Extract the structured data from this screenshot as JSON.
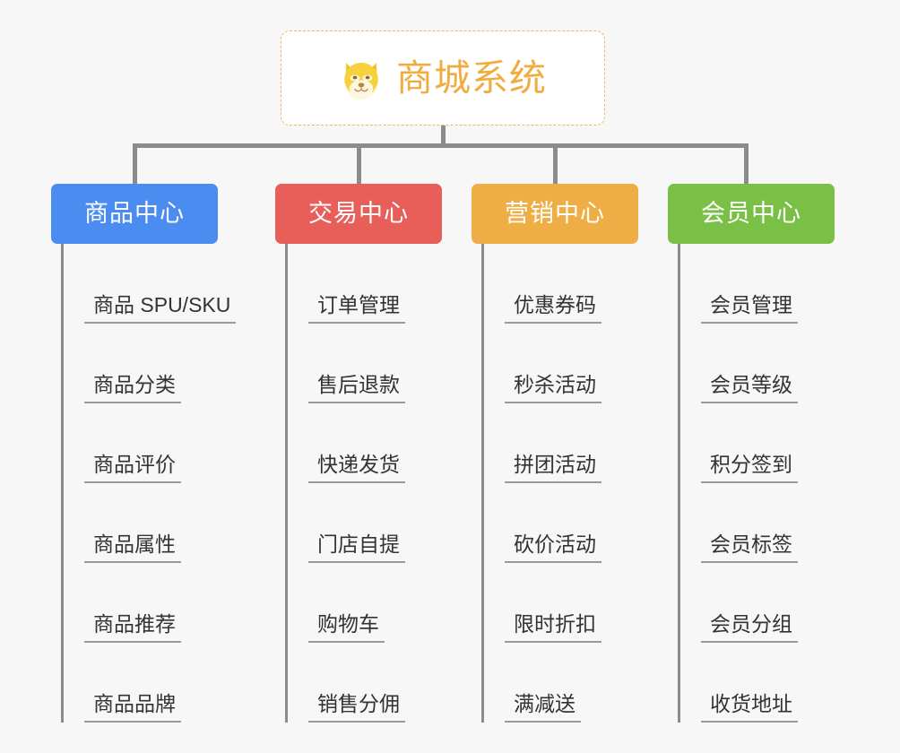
{
  "page": {
    "background_color": "#f7f7f7",
    "line_color": "#8c8c8c",
    "leaf_text_color": "#333333"
  },
  "root": {
    "title": "商城系统",
    "icon": "dog-face-icon",
    "text_color": "#f0ad3f",
    "border_color": "#e8b860",
    "fill_color": "#ffffff"
  },
  "branches": [
    {
      "label": "商品中心",
      "color": "#4a8cf0",
      "items": [
        "商品 SPU/SKU",
        "商品分类",
        "商品评价",
        "商品属性",
        "商品推荐",
        "商品品牌"
      ]
    },
    {
      "label": "交易中心",
      "color": "#e75f58",
      "items": [
        "订单管理",
        "售后退款",
        "快递发货",
        "门店自提",
        "购物车",
        "销售分佣"
      ]
    },
    {
      "label": "营销中心",
      "color": "#eeae45",
      "items": [
        "优惠券码",
        "秒杀活动",
        "拼团活动",
        "砍价活动",
        "限时折扣",
        "满减送"
      ]
    },
    {
      "label": "会员中心",
      "color": "#7abf46",
      "items": [
        "会员管理",
        "会员等级",
        "积分签到",
        "会员标签",
        "会员分组",
        "收货地址"
      ]
    }
  ]
}
